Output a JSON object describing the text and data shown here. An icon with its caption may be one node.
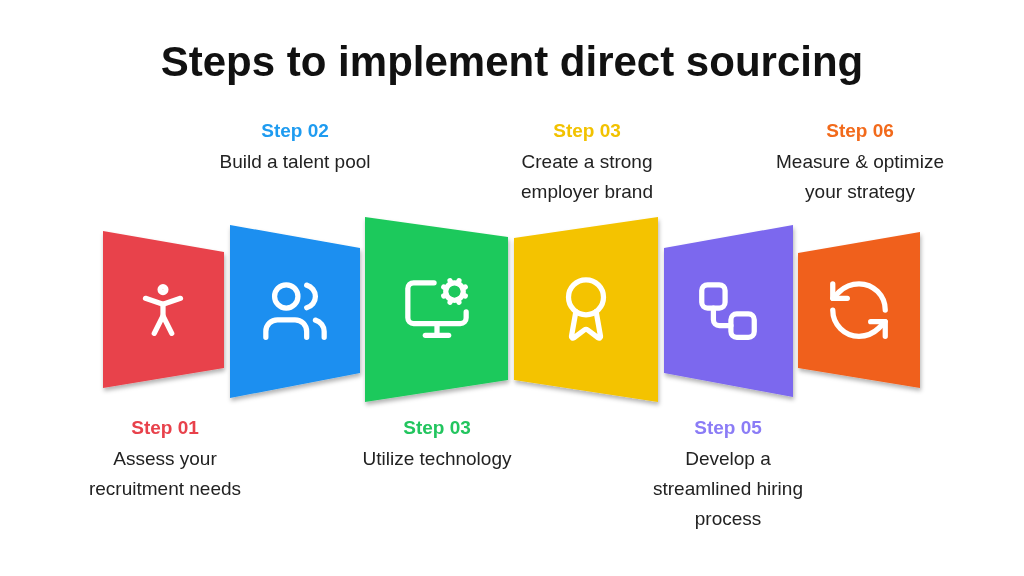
{
  "diagram": {
    "title": "Steps to implement direct sourcing",
    "labels": [
      "Step 02",
      "Build a talent pool",
      "Step 03",
      "Create a strong employer brand",
      "Step 06",
      "Measure & optimize your strategy",
      "Step 01",
      "Assess your recruitment needs",
      "Step 03",
      "Utilize technology",
      "Step 05",
      "Develop a streamlined hiring process"
    ]
  }
}
